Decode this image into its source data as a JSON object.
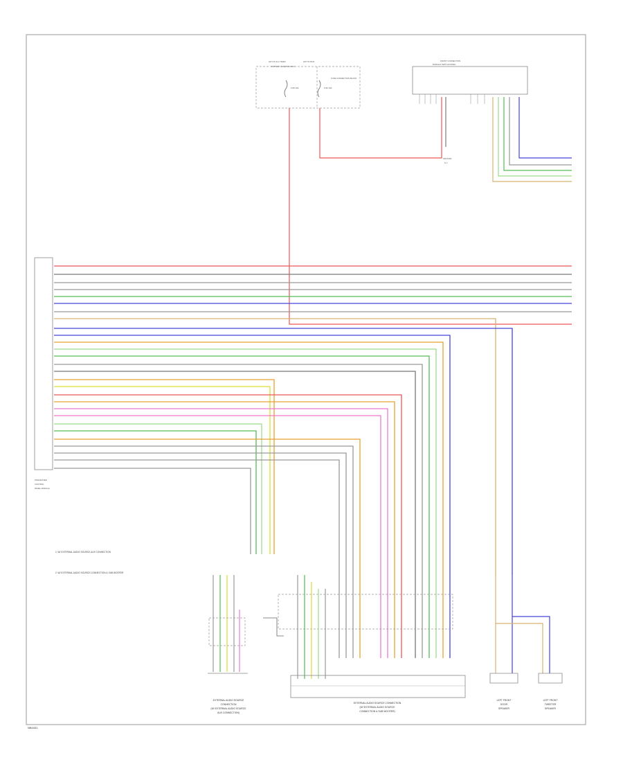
{
  "fuse_box": {
    "top_label_a": "HOT AT ALL TIMES",
    "top_label_b": "HOT IN RUN",
    "title": "BATTERY JUNCTION BOX",
    "fuse_a": "F-85 10A",
    "fuse_b": "F-86 10A",
    "side_note": "FUSE CONNECTION BLOCK"
  },
  "info_module": {
    "title": "FRONT CONNECTION",
    "subtitle": "MODULE SWITCH PANEL"
  },
  "left_module": {
    "label_1": "INTEGRATED",
    "label_2": "CONTROL",
    "label_3": "PANEL MODULE"
  },
  "notes": {
    "note_1": "1: W/ EXTERNAL AUDIO SOURCE AUX CONNECTION",
    "note_2": "2: W/ EXTERNAL AUDIO SOURCE CONNECTION & SUB WOOFER"
  },
  "connector_captions": {
    "ext_audio_small_1": "EXTERNAL AUDIO SOURCE",
    "ext_audio_small_2": "CONNECTION",
    "ext_audio_small_3": "(W/ EXTERNAL AUDIO SOURCE",
    "ext_audio_small_4": "AUX CONNECTION)",
    "ext_audio_large_1": "EXTERNAL AUDIO SOURCE CONNECTION",
    "ext_audio_large_2": "(W/ EXTERNAL AUDIO SOURCE",
    "ext_audio_large_3": "CONNECTION & SUB WOOFER)",
    "left_front_door_1": "LEFT FRONT",
    "left_front_door_2": "DOOR",
    "left_front_door_3": "SPEAKER",
    "left_front_tweeter_1": "LEFT FRONT",
    "left_front_tweeter_2": "TWEETER",
    "left_front_tweeter_3": "SPEAKER",
    "ground_1": "GROUND",
    "ground_2": "G-1"
  },
  "footer_id": "NB4431",
  "wire_colors": {
    "red": "#ee5555",
    "gray": "#999999",
    "dark_gray": "#777777",
    "green": "#55bb55",
    "blue": "#4444dd",
    "yellow": "#dddd33",
    "orange": "#e8a030",
    "pink": "#ee77cc",
    "light_green": "#99dd88",
    "tan": "#d8b070"
  }
}
